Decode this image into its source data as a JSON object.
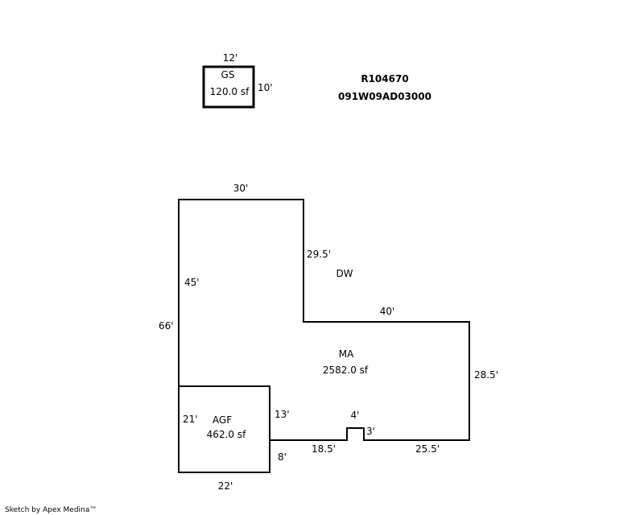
{
  "parcel": {
    "account": "R104670",
    "map_number": "091W09AD03000"
  },
  "gs": {
    "code": "GS",
    "area": "120.0 sf",
    "dim_top": "12'",
    "dim_right": "10'"
  },
  "main": {
    "dw_code": "DW",
    "ma_code": "MA",
    "ma_area": "2582.0 sf",
    "dim_top": "30'",
    "dim_dw_right": "29.5'",
    "dim_inner_left": "45'",
    "dim_left": "66'",
    "dim_mid_top": "40'",
    "dim_right": "28.5'",
    "dim_agf_right": "13'",
    "dim_notch_top": "4'",
    "dim_notch_side": "3'",
    "dim_bottom_left": "18.5'",
    "dim_bottom_right": "25.5'"
  },
  "agf": {
    "code": "AGF",
    "area": "462.0 sf",
    "dim_left": "21'",
    "dim_bottom": "22'",
    "dim_right": "8'"
  },
  "footer": {
    "credit": "Sketch by Apex Medina™"
  }
}
